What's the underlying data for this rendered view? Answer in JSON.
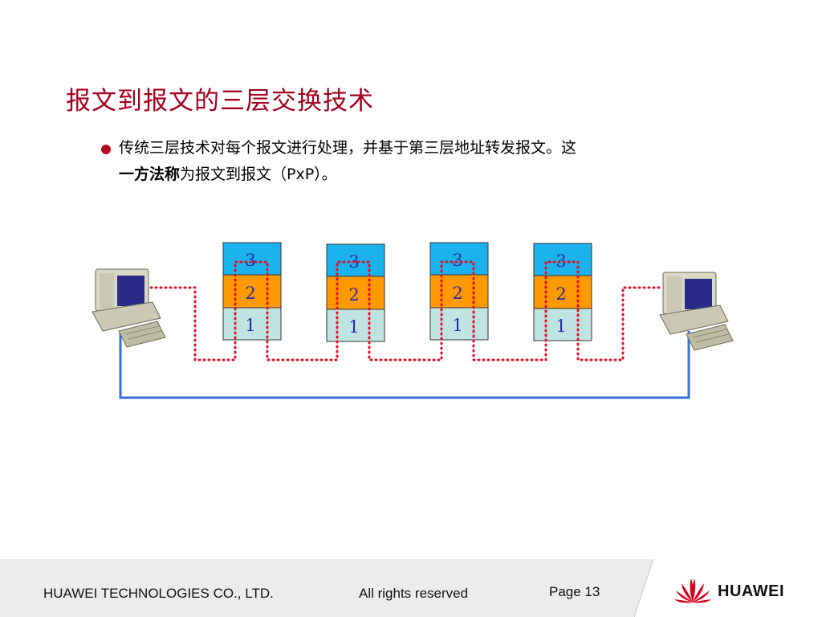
{
  "slide": {
    "title": "报文到报文的三层交换技术",
    "bullet": {
      "line1": "传统三层技术对每个报文进行处理，并基于第三层地址转发报文。这",
      "bold": "一方法称",
      "rest": "为报文到报文（PxP）。"
    }
  },
  "diagram": {
    "stacks": [
      {
        "layers": [
          "3",
          "2",
          "1"
        ]
      },
      {
        "layers": [
          "3",
          "2",
          "1"
        ]
      },
      {
        "layers": [
          "3",
          "2",
          "1"
        ]
      },
      {
        "layers": [
          "3",
          "2",
          "1"
        ]
      }
    ],
    "colors": {
      "layer3": "#1ab3ee",
      "layer2": "#ff9900",
      "layer1": "#bfe3e0",
      "dotted_path": "#e0102a",
      "physical_link": "#3a6fd6",
      "number": "#2a2aa8"
    },
    "icons": [
      "computer-icon-left",
      "computer-icon-right"
    ]
  },
  "footer": {
    "company": "HUAWEI TECHNOLOGIES CO., LTD.",
    "rights": "All rights reserved",
    "page": "Page 13",
    "logo_text": "HUAWEI"
  }
}
